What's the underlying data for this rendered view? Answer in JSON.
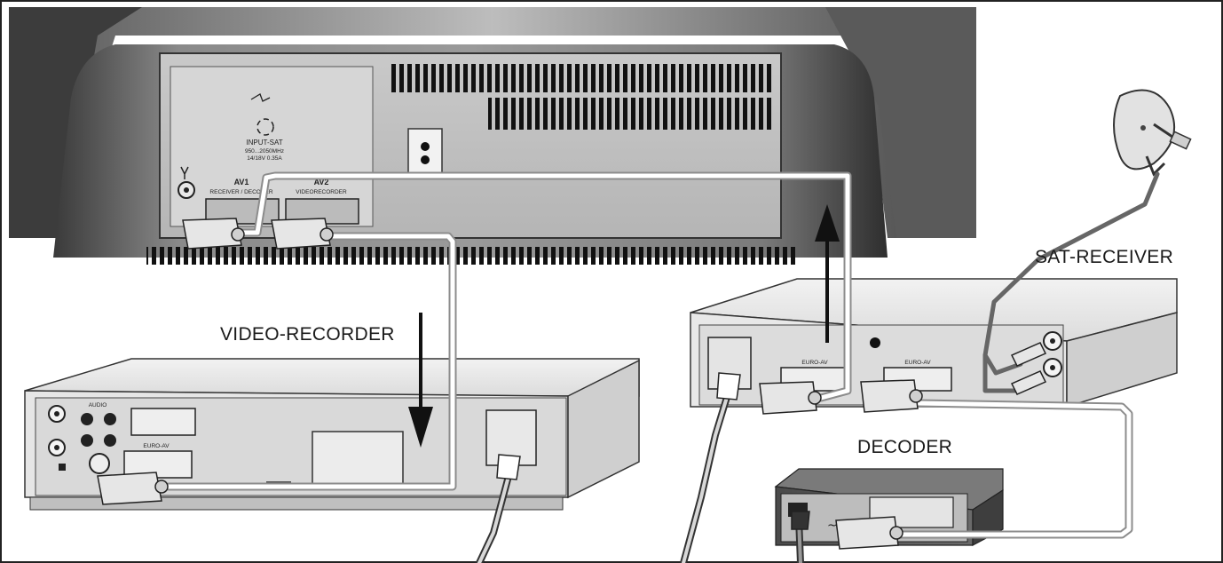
{
  "labels": {
    "video_recorder": "VIDEO-RECORDER",
    "sat_receiver": "SAT-RECEIVER",
    "decoder": "DECODER"
  },
  "tv_panel": {
    "input_sat": "INPUT-SAT",
    "sat_spec_1": "950...2050MHz",
    "sat_spec_2": "14/18V 0.35A",
    "av1": "AV1",
    "av1_sub": "RECEIVER / DECODER",
    "av2": "AV2",
    "av2_sub": "VIDEORECORDER"
  },
  "vcr_panel": {
    "audio": "AUDIO",
    "euro_av": "EURO-AV"
  },
  "receiver_panel": {
    "euro_av_left": "EURO-AV",
    "euro_av_right": "EURO-AV"
  }
}
